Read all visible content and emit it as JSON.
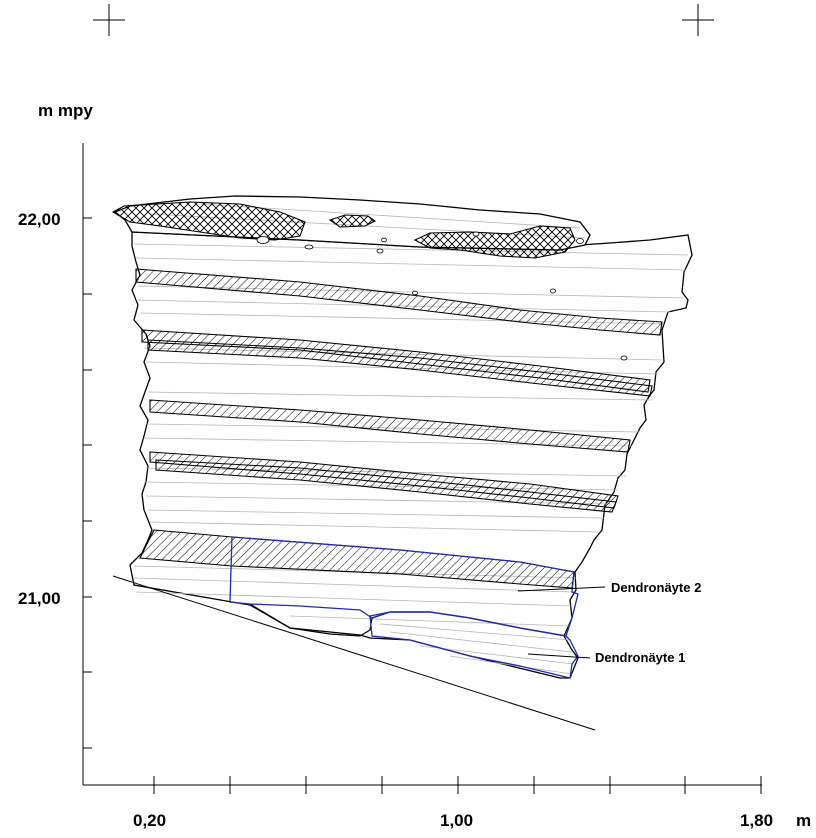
{
  "profile": {
    "y_axis": {
      "unit_label": "m mpy",
      "tick_labels": [
        "22,00",
        "21,00"
      ]
    },
    "x_axis": {
      "unit_label": "m",
      "tick_labels": [
        "0,20",
        "1,00",
        "1,80"
      ]
    },
    "samples": [
      {
        "label": "Dendronäyte 2"
      },
      {
        "label": "Dendronäyte 1"
      }
    ],
    "colors": {
      "line": "#000000",
      "sample_outline": "#1f2bb3",
      "hatch": "#000000",
      "background": "#ffffff"
    }
  }
}
